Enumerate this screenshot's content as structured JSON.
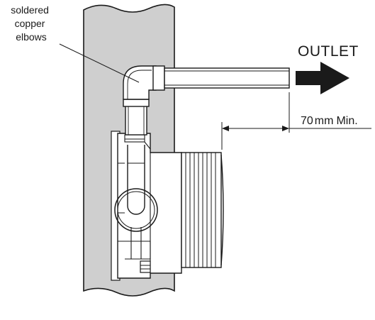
{
  "callout": {
    "lines": [
      "soldered",
      "copper",
      "elbows"
    ]
  },
  "outlet_label": "OUTLET",
  "dimension": {
    "value": "70",
    "unit": "mm",
    "suffix": "Min."
  },
  "colors": {
    "wall": "#cfcfcf",
    "line": "#1a1a1a",
    "background": "#ffffff"
  },
  "icons": {
    "arrow": "outlet-arrow-icon"
  }
}
